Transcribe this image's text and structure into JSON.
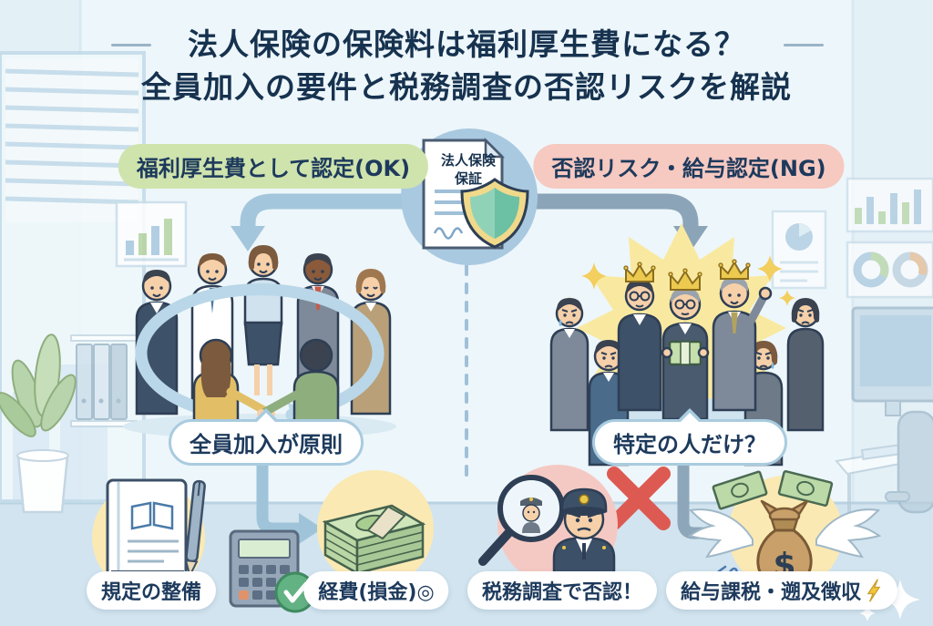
{
  "title": {
    "line1": "法人保険の保険料は福利厚生費になる？",
    "line2": "全員加入の要件と税務調査の否認リスクを解説"
  },
  "branches": {
    "ok": {
      "label": "福利厚生費として認定(OK)"
    },
    "ng": {
      "label": "否認リスク・給与認定(NG)"
    }
  },
  "center_document": {
    "line1": "法人保険",
    "line2": "保証"
  },
  "left_scene": {
    "bubble": "全員加入が原則",
    "caption_rules": "規定の整備",
    "caption_expense": "経費(損金)◎"
  },
  "right_scene": {
    "bubble": "特定の人だけ？",
    "caption_audit": "税務調査で否認！",
    "caption_tax": "給与課税・遡及徴収"
  },
  "icons": {
    "dollar": "$",
    "lightning": "⚡",
    "shield": "shield-icon",
    "check": "check-icon",
    "cross": "cross-icon"
  },
  "colors": {
    "ok_pill": "#cfe3ad",
    "ng_pill": "#f6c9c1",
    "navy_text": "#1d3a5c",
    "ok_arrow": "#a3c6dc",
    "ng_arrow": "#8ba4b8",
    "cross_red": "#dd5a52",
    "highlight_yellow": "#fbe9b3",
    "alert_pink": "#f5c9c3"
  }
}
